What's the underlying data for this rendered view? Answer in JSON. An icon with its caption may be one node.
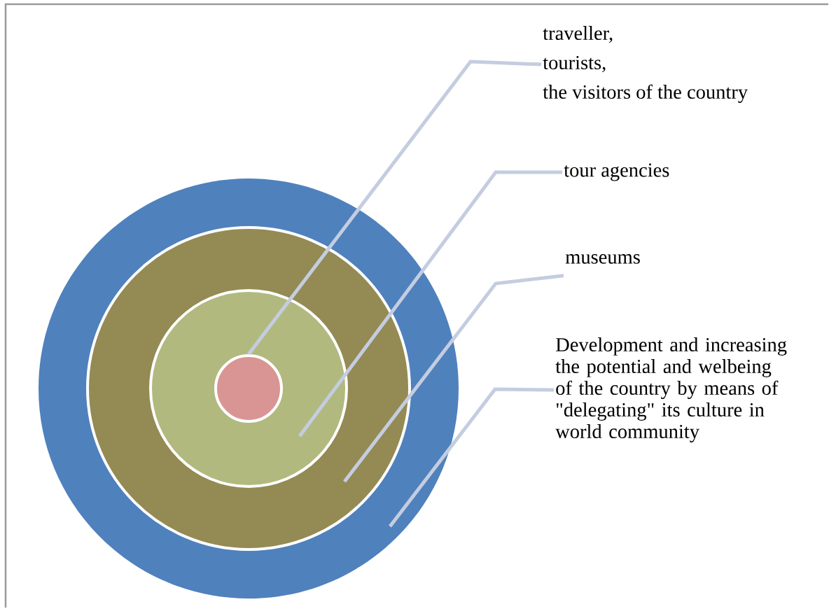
{
  "diagram": {
    "nodes": [
      {
        "text": [],
        "shape": "circle"
      },
      {
        "text": [],
        "shape": "circle",
        "in": 0
      },
      {
        "text": [],
        "shape": "circle",
        "in": 1
      },
      {
        "text": [],
        "shape": "circle",
        "in": 2
      },
      {
        "text": [
          "traveller,",
          "tourists,",
          "the visitors of the country"
        ]
      },
      {
        "text": [
          "tour agencies"
        ]
      },
      {
        "text": [
          "museums"
        ]
      },
      {
        "text": [
          "Development and increasing the potential and welbeing of the country by means of \"delegating\" its culture in world community"
        ]
      }
    ],
    "edges": [
      {
        "from": 4,
        "to": 3,
        "arrow": "none"
      },
      {
        "from": 5,
        "to": 2,
        "arrow": "none"
      },
      {
        "from": 6,
        "to": 1,
        "arrow": "none"
      },
      {
        "from": 7,
        "to": 0,
        "arrow": "none"
      }
    ]
  }
}
